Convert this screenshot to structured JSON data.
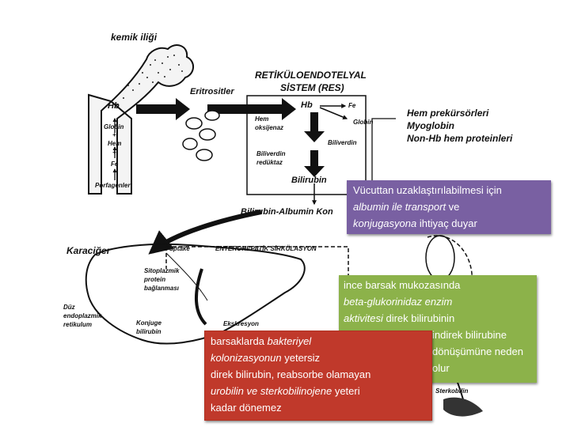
{
  "diagram": {
    "labels": {
      "kemik_iligi": "kemik iliği",
      "eritrositler": "Eritrositler",
      "res_line1": "RETİKÜLOENDOTELYAL",
      "res_line2": "SİSTEM (RES)",
      "hb_left": "Hb",
      "globin_left": "Globin",
      "plus1": "+",
      "hem_left": "Hem",
      "plus2": "+",
      "fe_left": "Fe",
      "porfagenler": "Porfagenler",
      "hb_res": "Hb",
      "fe_res": "Fe",
      "globin_res": "Globin",
      "hem_oksijenaz_1": "Hem",
      "hem_oksijenaz_2": "oksijenaz",
      "biliverdin": "Biliverdin",
      "biliverdin_reduktaz_1": "Biliverdin",
      "biliverdin_reduktaz_2": "redüktaz",
      "bilirubin": "Bilirubin",
      "hem_prekursorleri": "Hem prekürsörleri",
      "myoglobin": "Myoglobin",
      "non_hb": "Non-Hb hem proteinleri",
      "bilirubin_albumin": "Bilirubin-Albumin Kon",
      "karaciger": "Karaciğer",
      "uptake": "uptake",
      "enterohepatik": "ENTEROHEPATİK SİRKÜLASYON",
      "sitoplazmik_1": "Sitoplazmik",
      "sitoplazmik_2": "protein",
      "sitoplazmik_3": "bağlanması",
      "duz_1": "Düz",
      "duz_2": "endoplazmik",
      "duz_3": "retikulum",
      "konjuge_1": "Konjuge",
      "konjuge_2": "bilirubin",
      "ekskresyon": "Ekskresyon",
      "sterkobilin": "Sterkobilin"
    }
  },
  "callouts": {
    "purple": {
      "line1": "Vücuttan uzaklaştırılabilmesi için",
      "line2_italic": "albumin ile transport",
      "line2_rest": " ve",
      "line3_italic": "konjugasyona",
      "line3_rest": " ihtiyaç duyar"
    },
    "green": {
      "line1": "ince barsak mukozasında",
      "line2_italic": "beta-glukorinidaz enzim",
      "line3_italic": "aktivitesi",
      "line3_rest": " direk bilirubinin",
      "line4": "indirek bilirubine",
      "line5": "dönüşümüne neden olur"
    },
    "red": {
      "line1_plain": "barsaklarda ",
      "line1_italic": "bakteriyel",
      "line2_italic": "kolonizasyonun",
      "line2_rest": " yetersiz",
      "line3": "direk bilirubin, reabsorbe olamayan",
      "line4_italic": "urobilin ve sterkobilinojene",
      "line4_rest": " yeteri",
      "line5": "kadar dönemez"
    }
  },
  "colors": {
    "purple": "#7960a2",
    "green": "#8cb24a",
    "red": "#c0392b"
  }
}
